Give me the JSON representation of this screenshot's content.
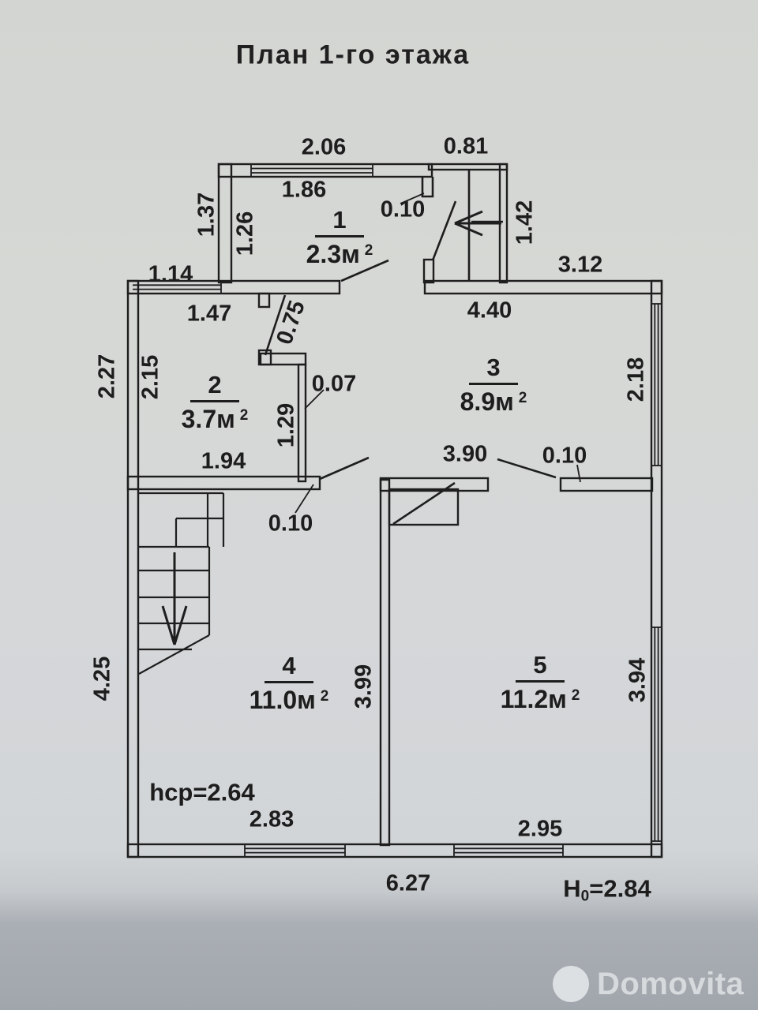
{
  "title": "План 1-го этажа",
  "watermark": {
    "brand": "Domovita"
  },
  "rooms": [
    {
      "num": "1",
      "area": "2.3м",
      "sup": "2"
    },
    {
      "num": "2",
      "area": "3.7м",
      "sup": "2"
    },
    {
      "num": "3",
      "area": "8.9м",
      "sup": "2"
    },
    {
      "num": "4",
      "area": "11.0м",
      "sup": "2"
    },
    {
      "num": "5",
      "area": "11.2м",
      "sup": "2"
    }
  ],
  "dims": {
    "d206": "2.06",
    "d081": "0.81",
    "d186": "1.86",
    "d137": "1.37",
    "d126": "1.26",
    "d010a": "0.10",
    "d142": "1.42",
    "d114": "1.14",
    "d312": "3.12",
    "d147": "1.47",
    "d440": "4.40",
    "d075": "0.75",
    "d007": "0.07",
    "d129": "1.29",
    "d227": "2.27",
    "d215": "2.15",
    "d218": "2.18",
    "d194": "1.94",
    "d390": "3.90",
    "d010b": "0.10",
    "d010c": "0.10",
    "d399": "3.99",
    "d394": "3.94",
    "d425": "4.25",
    "d283": "2.83",
    "d295": "2.95",
    "d627": "6.27"
  },
  "annotations": {
    "h_avg": "hср=2.64",
    "h0_prefix": "H",
    "h0_sub": "0",
    "h0_value": "=2.84"
  }
}
